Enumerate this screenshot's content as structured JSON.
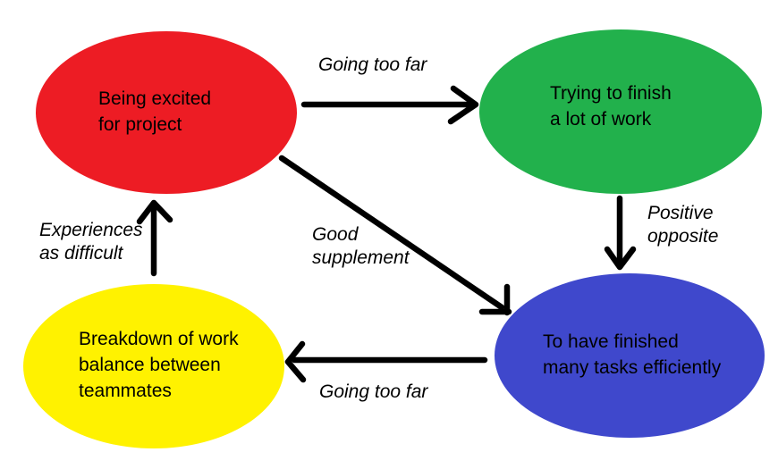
{
  "diagram": {
    "background_color": "#ffffff",
    "arrow_color": "#000000",
    "text_color": "#000000",
    "nodes": {
      "excited": {
        "label": "Being excited for project",
        "color": "#ed1c24",
        "lines": [
          "Being excited",
          "for project"
        ]
      },
      "trying": {
        "label": "Trying to finish a lot of work",
        "color": "#22b14c",
        "lines": [
          "Trying to finish",
          "a lot of work"
        ]
      },
      "finished": {
        "label": "To have finished many tasks efficiently",
        "color": "#3f48cc",
        "lines": [
          "To have finished",
          "many tasks efficiently"
        ]
      },
      "breakdown": {
        "label": "Breakdown of work balance between teammates",
        "color": "#fff200",
        "lines": [
          "Breakdown of work",
          "balance between",
          "teammates"
        ]
      }
    },
    "edges": {
      "excited_to_trying": {
        "label": "Going too far",
        "lines": [
          "Going too far"
        ]
      },
      "trying_to_finished": {
        "label": "Positive opposite",
        "lines": [
          "Positive",
          "opposite"
        ]
      },
      "excited_to_finished": {
        "label": "Good supplement",
        "lines": [
          "Good",
          "supplement"
        ]
      },
      "finished_to_breakdown": {
        "label": "Going too far",
        "lines": [
          "Going too far"
        ]
      },
      "breakdown_to_excited": {
        "label": "Experiences as difficult",
        "lines": [
          "Experiences",
          "as difficult"
        ]
      }
    }
  }
}
